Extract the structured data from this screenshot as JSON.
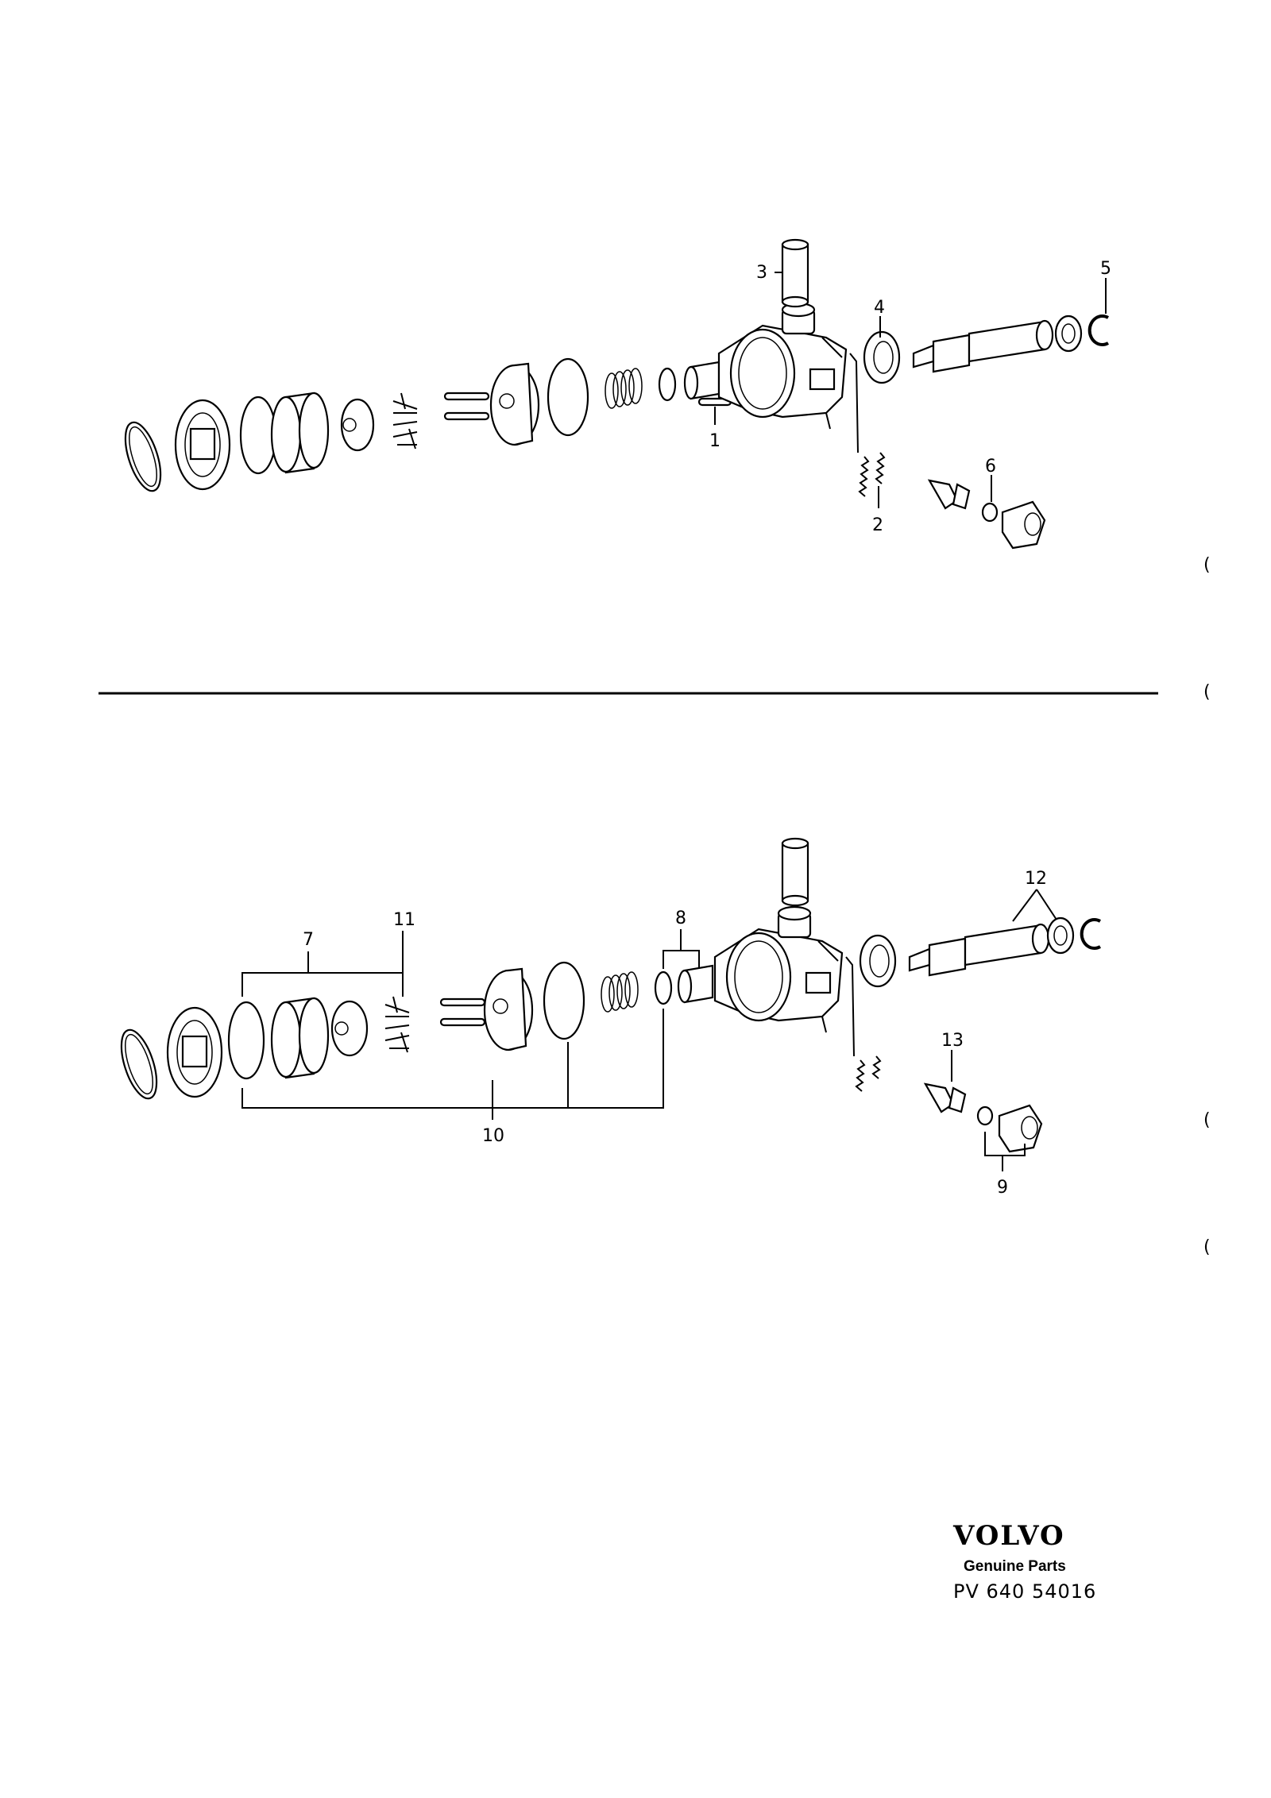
{
  "top_view": {
    "callouts": [
      {
        "id": "c1",
        "label": "1"
      },
      {
        "id": "c2",
        "label": "2"
      },
      {
        "id": "c3",
        "label": "3"
      },
      {
        "id": "c4",
        "label": "4"
      },
      {
        "id": "c5",
        "label": "5"
      },
      {
        "id": "c6",
        "label": "6"
      }
    ]
  },
  "bottom_view": {
    "callouts": [
      {
        "id": "c7",
        "label": "7"
      },
      {
        "id": "c8",
        "label": "8"
      },
      {
        "id": "c9",
        "label": "9"
      },
      {
        "id": "c10",
        "label": "10"
      },
      {
        "id": "c11",
        "label": "11"
      },
      {
        "id": "c12",
        "label": "12"
      },
      {
        "id": "c13",
        "label": "13"
      }
    ]
  },
  "footer": {
    "brand": "VOLVO",
    "subtitle": "Genuine Parts",
    "part_number": "PV  640 54016"
  },
  "margin_marks": [
    "(",
    "(",
    "(",
    "("
  ]
}
